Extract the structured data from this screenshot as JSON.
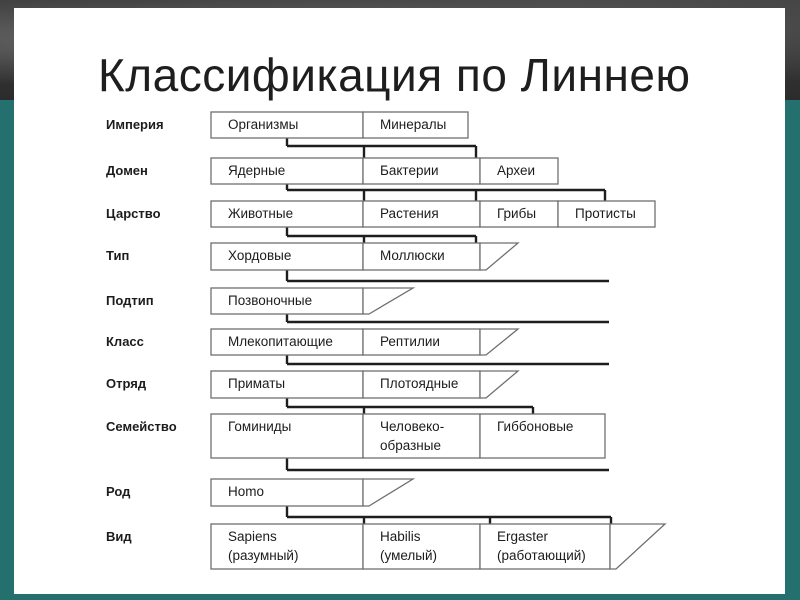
{
  "title": "Классификация по Линнею",
  "ranks": [
    "Империя",
    "Домен",
    "Царство",
    "Тип",
    "Подтип",
    "Класс",
    "Отряд",
    "Семейство",
    "Род",
    "Вид"
  ],
  "cells": [
    [
      "Организмы",
      "Минералы"
    ],
    [
      "Ядерные",
      "Бактерии",
      "Археи"
    ],
    [
      "Животные",
      "Растения",
      "Грибы",
      "Протисты"
    ],
    [
      "Хордовые",
      "Моллюски"
    ],
    [
      "Позвоночные"
    ],
    [
      "Млекопитающие",
      "Рептилии"
    ],
    [
      "Приматы",
      "Плотоядные"
    ],
    [
      "Гоминиды",
      [
        "Человеко-",
        "образные"
      ],
      "Гиббоновые"
    ],
    [
      "Homo"
    ],
    [
      [
        "Sapiens",
        "(разумный)"
      ],
      [
        "Habilis",
        "(умелый)"
      ],
      [
        "Ergaster",
        "(работающий)"
      ]
    ]
  ]
}
